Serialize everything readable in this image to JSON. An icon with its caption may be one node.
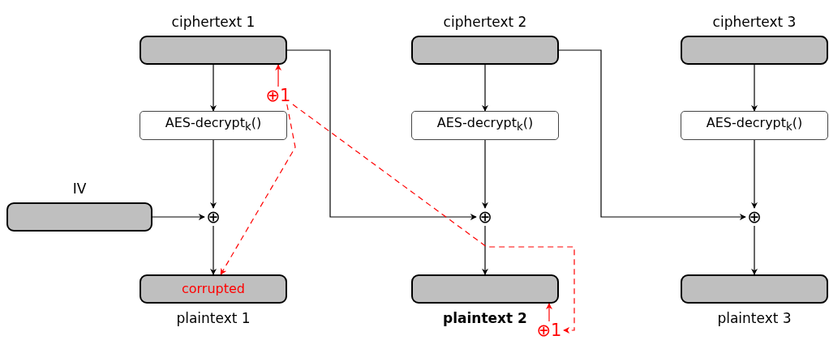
{
  "diagram": {
    "nodes": [
      {
        "text": [
          "ciphertext 1"
        ]
      },
      {
        "text": [
          "ciphertext 2"
        ]
      },
      {
        "text": [
          "ciphertext 3"
        ]
      },
      {
        "text": [
          "AES-decrypt$_{k}$()"
        ]
      },
      {
        "text": [
          "AES-decrypt$_{k}$()"
        ]
      },
      {
        "text": [
          "AES-decrypt$_{k}$()"
        ]
      },
      {
        "text": [
          "IV"
        ]
      },
      {
        "text": [
          "⊕"
        ]
      },
      {
        "text": [
          "⊕"
        ]
      },
      {
        "text": [
          "⊕"
        ]
      },
      {
        "text": [
          "corrupted",
          "plaintext 1"
        ]
      },
      {
        "text": [
          "plaintext 2"
        ]
      },
      {
        "text": [
          "plaintext 3"
        ]
      },
      {
        "text": [
          "⊕1"
        ]
      },
      {
        "text": [
          "⊕1"
        ]
      }
    ],
    "edges": [
      {
        "from": 0,
        "to": 3,
        "arrow": "to"
      },
      {
        "from": 3,
        "to": 7,
        "arrow": "to"
      },
      {
        "from": 7,
        "to": 10,
        "arrow": "to"
      },
      {
        "from": 6,
        "to": 7,
        "arrow": "to"
      },
      {
        "from": 0,
        "to": 8,
        "arrow": "to"
      },
      {
        "from": 1,
        "to": 4,
        "arrow": "to"
      },
      {
        "from": 4,
        "to": 8,
        "arrow": "to"
      },
      {
        "from": 8,
        "to": 11,
        "arrow": "to"
      },
      {
        "from": 1,
        "to": 9,
        "arrow": "to"
      },
      {
        "from": 2,
        "to": 5,
        "arrow": "to"
      },
      {
        "from": 5,
        "to": 9,
        "arrow": "to"
      },
      {
        "from": 9,
        "to": 12,
        "arrow": "to"
      },
      {
        "from": 13,
        "to": 0,
        "arrow": "to",
        "color": "#ff0000"
      },
      {
        "from": 13,
        "to": 10,
        "arrow": "to",
        "style": "dashed",
        "color": "#ff0000"
      },
      {
        "from": 13,
        "to": 14,
        "arrow": "to",
        "style": "dashed",
        "color": "#ff0000"
      },
      {
        "from": 14,
        "to": 11,
        "arrow": "to",
        "color": "#ff0000"
      }
    ]
  }
}
